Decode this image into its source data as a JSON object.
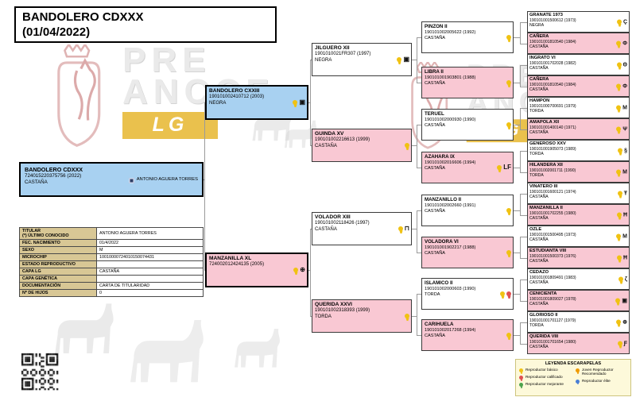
{
  "header": {
    "title": "BANDOLERO CDXXX",
    "date": "(01/04/2022)"
  },
  "watermark": {
    "line1": "PRE",
    "line2": "ANCCE",
    "badge": "LG"
  },
  "subject": {
    "name": "BANDOLERO CDXXX",
    "code": "724015220375756 (2022)",
    "capa": "CASTAÑA",
    "owner": "ANTONIO AGUERA TORRES"
  },
  "details": {
    "rows": [
      {
        "label": "TITULAR\n(*) ÚLTIMO CONOCIDO",
        "value": "ANTONIO AGUERA TORRES"
      },
      {
        "label": "FEC. NACIMIENTO",
        "value": "01/4/2022"
      },
      {
        "label": "SEXO",
        "value": "M"
      },
      {
        "label": "MICROCHIP",
        "value": "10010000724010150074431"
      },
      {
        "label": "ESTADO REPRODUCTIVO",
        "value": ""
      },
      {
        "label": "CAPA LG",
        "value": "CASTAÑA"
      },
      {
        "label": "CAPA GENÉTICA",
        "value": ""
      },
      {
        "label": "DOCUMENTACIÓN",
        "value": "CARTA DE TITULARIDAD"
      },
      {
        "label": "Nº DE HIJOS",
        "value": "0"
      }
    ]
  },
  "rosette_colors": {
    "yellow": "#f0c213",
    "red": "#e05050",
    "green": "#4da34d",
    "orange": "#ef9a00",
    "blue": "#4a7fd4"
  },
  "pedigree": {
    "gen1": [
      {
        "name": "BANDOLERO CXXIII",
        "code": "190101002410712 (2003)",
        "capa": "NEGRA",
        "sex": "mb",
        "rosettes": [
          "yellow"
        ],
        "brand": "▣"
      },
      {
        "name": "MANZANILLA XL",
        "code": "724002012424135 (2005)",
        "capa": "",
        "sex": "f",
        "rosettes": [
          "yellow"
        ],
        "brand": "⊕"
      }
    ],
    "gen2": [
      {
        "name": "JILGUERO XII",
        "code": "1901010021FR307 (1997)",
        "capa": "NEGRA",
        "sex": "m",
        "rosettes": [
          "yellow"
        ],
        "brand": "▣"
      },
      {
        "name": "GUINDA XV",
        "code": "190101002216613 (1999)",
        "capa": "CASTAÑA",
        "sex": "f",
        "rosettes": [
          "yellow"
        ],
        "brand": ""
      },
      {
        "name": "VOLADOR XIII",
        "code": "190101002118426 (1997)",
        "capa": "CASTAÑA",
        "sex": "m",
        "rosettes": [
          "yellow"
        ],
        "brand": "⊓"
      },
      {
        "name": "QUERIDA XXVI",
        "code": "190101002318393 (1999)",
        "capa": "TORDA",
        "sex": "f",
        "rosettes": [
          "yellow"
        ],
        "brand": ""
      }
    ],
    "gen3": [
      {
        "name": "PINZON II",
        "code": "190101002005622 (1992)",
        "capa": "CASTAÑA",
        "sex": "m",
        "rosettes": [
          "yellow"
        ],
        "brand": ""
      },
      {
        "name": "LIBRA II",
        "code": "190101001903801 (1988)",
        "capa": "CASTAÑA",
        "sex": "f",
        "rosettes": [
          "yellow"
        ],
        "brand": ""
      },
      {
        "name": "TERUEL",
        "code": "190101002000930 (1990)",
        "capa": "CASTAÑA",
        "sex": "m",
        "rosettes": [
          "yellow"
        ],
        "brand": ""
      },
      {
        "name": "AZAHARA IX",
        "code": "190101002016606 (1994)",
        "capa": "CASTAÑA",
        "sex": "f",
        "rosettes": [
          "yellow"
        ],
        "brand": "LF"
      },
      {
        "name": "MANZANILLO II",
        "code": "190101002002660 (1991)",
        "capa": "CASTAÑA",
        "sex": "m",
        "rosettes": [
          "yellow"
        ],
        "brand": ""
      },
      {
        "name": "VOLADORA VI",
        "code": "190101001902217 (1988)",
        "capa": "CASTAÑA",
        "sex": "f",
        "rosettes": [
          "yellow"
        ],
        "brand": ""
      },
      {
        "name": "ISLAMICO II",
        "code": "190101002000603 (1990)",
        "capa": "TORDA",
        "sex": "m",
        "rosettes": [
          "yellow",
          "red"
        ],
        "brand": ""
      },
      {
        "name": "CARIHUELA",
        "code": "190101002017268 (1994)",
        "capa": "CASTAÑA",
        "sex": "f",
        "rosettes": [
          "yellow"
        ],
        "brand": ""
      }
    ],
    "gen4": [
      {
        "name": "GRANATE 1973",
        "code": "190101001500612 (1973)",
        "capa": "NEGRA",
        "sex": "m",
        "rosettes": [
          "yellow"
        ],
        "brand": "Ç"
      },
      {
        "name": "CAÑERA",
        "code": "190101001810540 (1984)",
        "capa": "CASTAÑA",
        "sex": "f",
        "rosettes": [
          "yellow"
        ],
        "brand": "Φ"
      },
      {
        "name": "INGRATO VI",
        "code": "190101001702028 (1982)",
        "capa": "CASTAÑA",
        "sex": "m",
        "rosettes": [
          "yellow"
        ],
        "brand": "Θ"
      },
      {
        "name": "CAÑERA",
        "code": "190101001810540 (1984)",
        "capa": "CASTAÑA",
        "sex": "f",
        "rosettes": [
          "yellow"
        ],
        "brand": "Φ"
      },
      {
        "name": "HAMPON",
        "code": "190101000700691 (1979)",
        "capa": "TORDA",
        "sex": "m",
        "rosettes": [
          "yellow"
        ],
        "brand": "M"
      },
      {
        "name": "AMAPOLA XII",
        "code": "190101001400140 (1971)",
        "capa": "CASTAÑA",
        "sex": "f",
        "rosettes": [
          "yellow"
        ],
        "brand": "Ψ"
      },
      {
        "name": "GENEROSO XXV",
        "code": "190101001905073 (1989)",
        "capa": "TORDA",
        "sex": "m",
        "rosettes": [
          "yellow"
        ],
        "brand": "§"
      },
      {
        "name": "HILANDERA XII",
        "code": "190101002001711 (1990)",
        "capa": "TORDA",
        "sex": "f",
        "rosettes": [
          "yellow"
        ],
        "brand": "M"
      },
      {
        "name": "VINATERO III",
        "code": "190101001600121 (1974)",
        "capa": "CASTAÑA",
        "sex": "m",
        "rosettes": [
          "yellow"
        ],
        "brand": "Ŧ"
      },
      {
        "name": "MANZANILLA II",
        "code": "190101001702255 (1980)",
        "capa": "CASTAÑA",
        "sex": "f",
        "rosettes": [
          "yellow"
        ],
        "brand": "Ħ"
      },
      {
        "name": "OZLE",
        "code": "190101001500495 (1973)",
        "capa": "CASTAÑA",
        "sex": "m",
        "rosettes": [
          "yellow"
        ],
        "brand": "M"
      },
      {
        "name": "ESTUDIANTA VIII",
        "code": "190101001500373 (1976)",
        "capa": "CASTAÑA",
        "sex": "f",
        "rosettes": [
          "yellow"
        ],
        "brand": "Ħ"
      },
      {
        "name": "CEDAZO",
        "code": "190101001809491 (1983)",
        "capa": "CASTAÑA",
        "sex": "m",
        "rosettes": [
          "yellow"
        ],
        "brand": "ζ"
      },
      {
        "name": "CENICIENTA",
        "code": "190101001809027 (1978)",
        "capa": "CASTAÑA",
        "sex": "f",
        "rosettes": [
          "yellow"
        ],
        "brand": "▣"
      },
      {
        "name": "GLORIOSO II",
        "code": "190101001701127 (1979)",
        "capa": "TORDA",
        "sex": "m",
        "rosettes": [
          "yellow"
        ],
        "brand": "⊕"
      },
      {
        "name": "QUERIDA VIII",
        "code": "190101001701654 (1980)",
        "capa": "CASTAÑA",
        "sex": "f",
        "rosettes": [
          "yellow"
        ],
        "brand": "Ƒ"
      }
    ]
  },
  "legend": {
    "title": "LEYENDA ESCARAPELAS",
    "items": [
      {
        "label": "Reproductor básico",
        "color": "#f0c213"
      },
      {
        "label": "Reproductor calificado",
        "color": "#e05050"
      },
      {
        "label": "Reproductor mejorante",
        "color": "#4da34d"
      },
      {
        "label": "Joven Reproductor Recomendado",
        "color": "#ef9a00"
      },
      {
        "label": "Reproductor élite",
        "color": "#4a7fd4"
      }
    ]
  }
}
